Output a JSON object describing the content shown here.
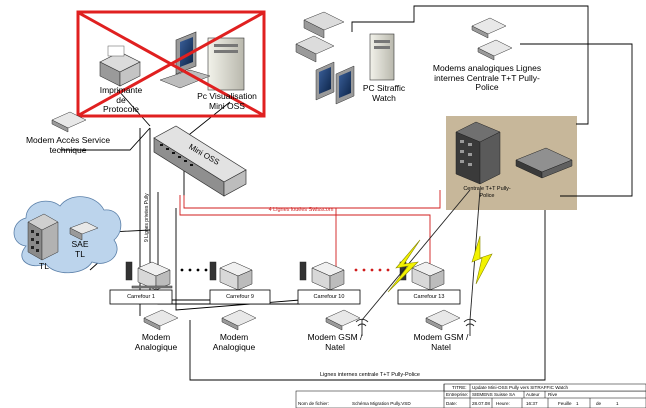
{
  "labels": {
    "printer_protocol": "Imprimante de Protocole",
    "pc_visualisation": "Pc Visualisation Mini OSS",
    "pc_sitraffic": "PC Sitraffic Watch",
    "modems_analog_internal": "Modems analogiques Lignes internes Centrale T+T Pully-Police",
    "modem_service": "Modem Accès Service technique",
    "mini_oss": "Mini OSS",
    "centrale": "Centrale T+T Pully-Police",
    "leased_lines": "4 Lignes louées Swisscom",
    "private_lines": "9 Lignes privées Pully",
    "sae": "SAE",
    "tl": "TL",
    "tl2": "TL",
    "carrefour1": "Carrefour 1",
    "carrefour9": "Carrefour 9",
    "carrefour10": "Carrefour 10",
    "carrefour13": "Carrefour 13",
    "modem_analog_1": "Modem Analogique",
    "modem_analog_2": "Modem Analogique",
    "modem_gsm_1": "Modem GSM / Natel",
    "modem_gsm_2": "Modem GSM / Natel",
    "internal_lines_bottom": "Lignes internes centrale T+T Pully-Police",
    "dots": "• • • •"
  },
  "title_block": {
    "titre_label": "TITRE:",
    "titre_value": "Update Mini-OSS Pully vers SITRAFFIC Watch",
    "entreprise_label": "Entreprise:",
    "entreprise_value": "SIEMENS Suisse SA",
    "auteur_label": "Auteur",
    "auteur_value": "Rive",
    "nom_fichier_label": "Nom de fichier:",
    "nom_fichier_value": "Schéma Migration Pully.VSD",
    "date_label": "Date:",
    "date_value": "28.07.08",
    "heure_label": "Heure:",
    "heure_value": "16:37",
    "feuille_label": "Feuille",
    "feuille_value": "1",
    "de_label": "de",
    "de_value": "1"
  },
  "colors": {
    "cross_out": "#e02020",
    "red_lines": "#d01c1c",
    "lightning": "#f2f200",
    "centrale_bg": "#c7b79a",
    "cloud": "#bcd4ec"
  }
}
